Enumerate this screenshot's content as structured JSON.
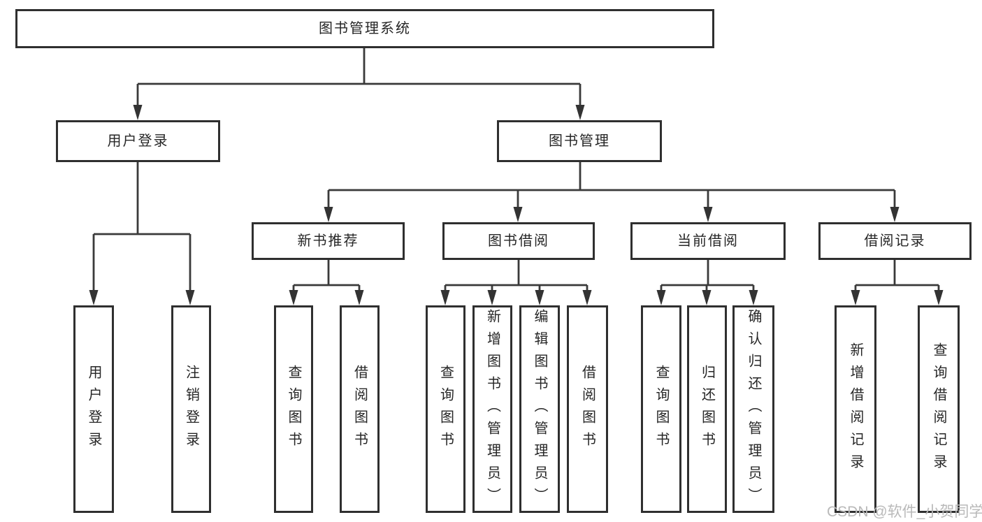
{
  "tree": {
    "label": "图书管理系统",
    "children": [
      {
        "label": "用户登录",
        "children": [
          {
            "label": "用户登录"
          },
          {
            "label": "注销登录"
          }
        ]
      },
      {
        "label": "图书管理",
        "children": [
          {
            "label": "新书推荐",
            "children": [
              {
                "label": "查询图书"
              },
              {
                "label": "借阅图书"
              }
            ]
          },
          {
            "label": "图书借阅",
            "children": [
              {
                "label": "查询图书"
              },
              {
                "label": "新增图书（管理员）"
              },
              {
                "label": "编辑图书（管理员）"
              },
              {
                "label": "借阅图书"
              }
            ]
          },
          {
            "label": "当前借阅",
            "children": [
              {
                "label": "查询图书"
              },
              {
                "label": "归还图书"
              },
              {
                "label": "确认归还（管理员）"
              }
            ]
          },
          {
            "label": "借阅记录",
            "children": [
              {
                "label": "新增借阅记录"
              },
              {
                "label": "查询借阅记录"
              }
            ]
          }
        ]
      }
    ]
  },
  "watermark": {
    "text": "CSDN @软件_小贺同学"
  },
  "colors": {
    "background": "#ffffff",
    "box_border": "#2f2f2f",
    "line": "#3a3a3a",
    "text": "#262626",
    "watermark": "#b9b9b9"
  }
}
